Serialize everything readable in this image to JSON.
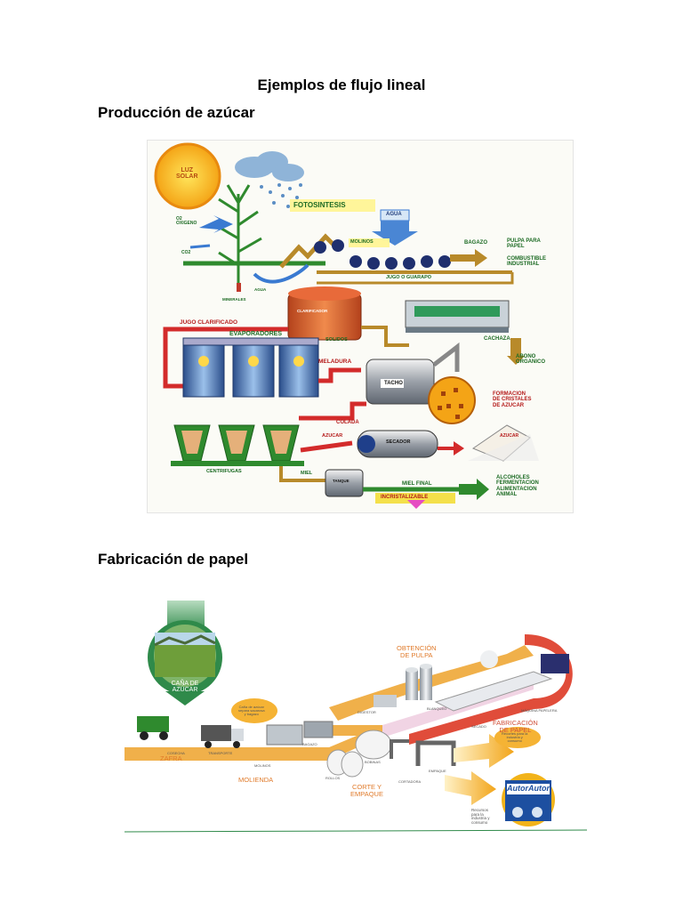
{
  "document": {
    "title": "Ejemplos de flujo lineal",
    "sections": [
      {
        "heading": "Producción de azúcar"
      },
      {
        "heading": "Fabricación de papel"
      }
    ]
  },
  "sugar_diagram": {
    "labels": {
      "sun": "LUZ\nSOLAR",
      "photosynthesis": "FOTOSINTESIS",
      "water": "AGUA",
      "o2": "O2\nOXIGENO",
      "co2": "CO2",
      "minerals": "MINERALES",
      "water_root": "AGUA",
      "mills": "MOLINOS",
      "bagasse": "BAGAZO",
      "pulp_for_paper": "PULPA PARA\nPAPEL",
      "industrial_fuel": "COMBUSTIBLE\nINDUSTRIAL",
      "juice": "JUGO O GUARAPO",
      "clarifier": "CLARIFICADOR",
      "clarified_juice": "JUGO CLARIFICADO",
      "evaporators": "EVAPORADORES",
      "solids": "SOLIDOS",
      "cachaza": "CACHAZA",
      "organic_fertilizer": "ABONO\nORGANICO",
      "syrup": "MELADURA",
      "vacuum_pan": "TACHO",
      "crystal_formation": "FORMACION\nDE CRISTALES\nDE AZUCAR",
      "strained": "COLADA",
      "sugar": "AZUCAR",
      "dryer": "SECADOR",
      "sugar_bag": "AZUCAR",
      "centrifuges": "CENTRIFUGAS",
      "molasses": "MIEL",
      "tank": "TANQUE",
      "final_molasses": "MIEL FINAL",
      "non_crystallizable": "INCRISTALIZABLE",
      "uses": "ALCOHOLES\nFERMENTACION\nALIMENTACION\nANIMAL"
    }
  },
  "paper_diagram": {
    "labels": {
      "cane": "CAÑA DE\nAZÚCAR",
      "harvest": "ZAFRA",
      "milling": "MOLIENDA",
      "pulp": "OBTENCIÓN\nDE PULPA",
      "paper_making": "FABRICACIÓN\nDE PAPEL",
      "cut_pack": "CORTE Y\nEMPAQUE",
      "brand": "Autor",
      "brand_2": "Autor",
      "bagasse_box": "Caña de azúcar\nsepara sacarosa\ny bagazo",
      "recycle_box": "Recortes para la\nindustria y\nconsumo",
      "resources": "Recursos\npara la\nindustria y\nconsumo",
      "harvest_small": "COSECHA",
      "transport_small": "TRANSPORTE",
      "mill_small": "MOLINOS",
      "bagasse_small": "BAGAZO",
      "digester_small": "DIGESTOR",
      "bleach_small": "BLANQUEO",
      "machine_small": "MÁQUINA PAPELERA",
      "dryer_small": "SECADO",
      "rolls_small": "ROLLOS",
      "reel_small": "BOBINAS",
      "cutter_small": "CORTADORA",
      "pack_small": "EMPAQUE"
    }
  },
  "colors": {
    "heading_text": "#000000",
    "sugar_green_label": "#1d6b24",
    "sugar_red_label": "#b51a1a",
    "flow_red": "#d32b2b",
    "flow_brown": "#b88a2a",
    "paper_orange": "#e07a2a",
    "paper_red_path": "#e04c3a"
  }
}
